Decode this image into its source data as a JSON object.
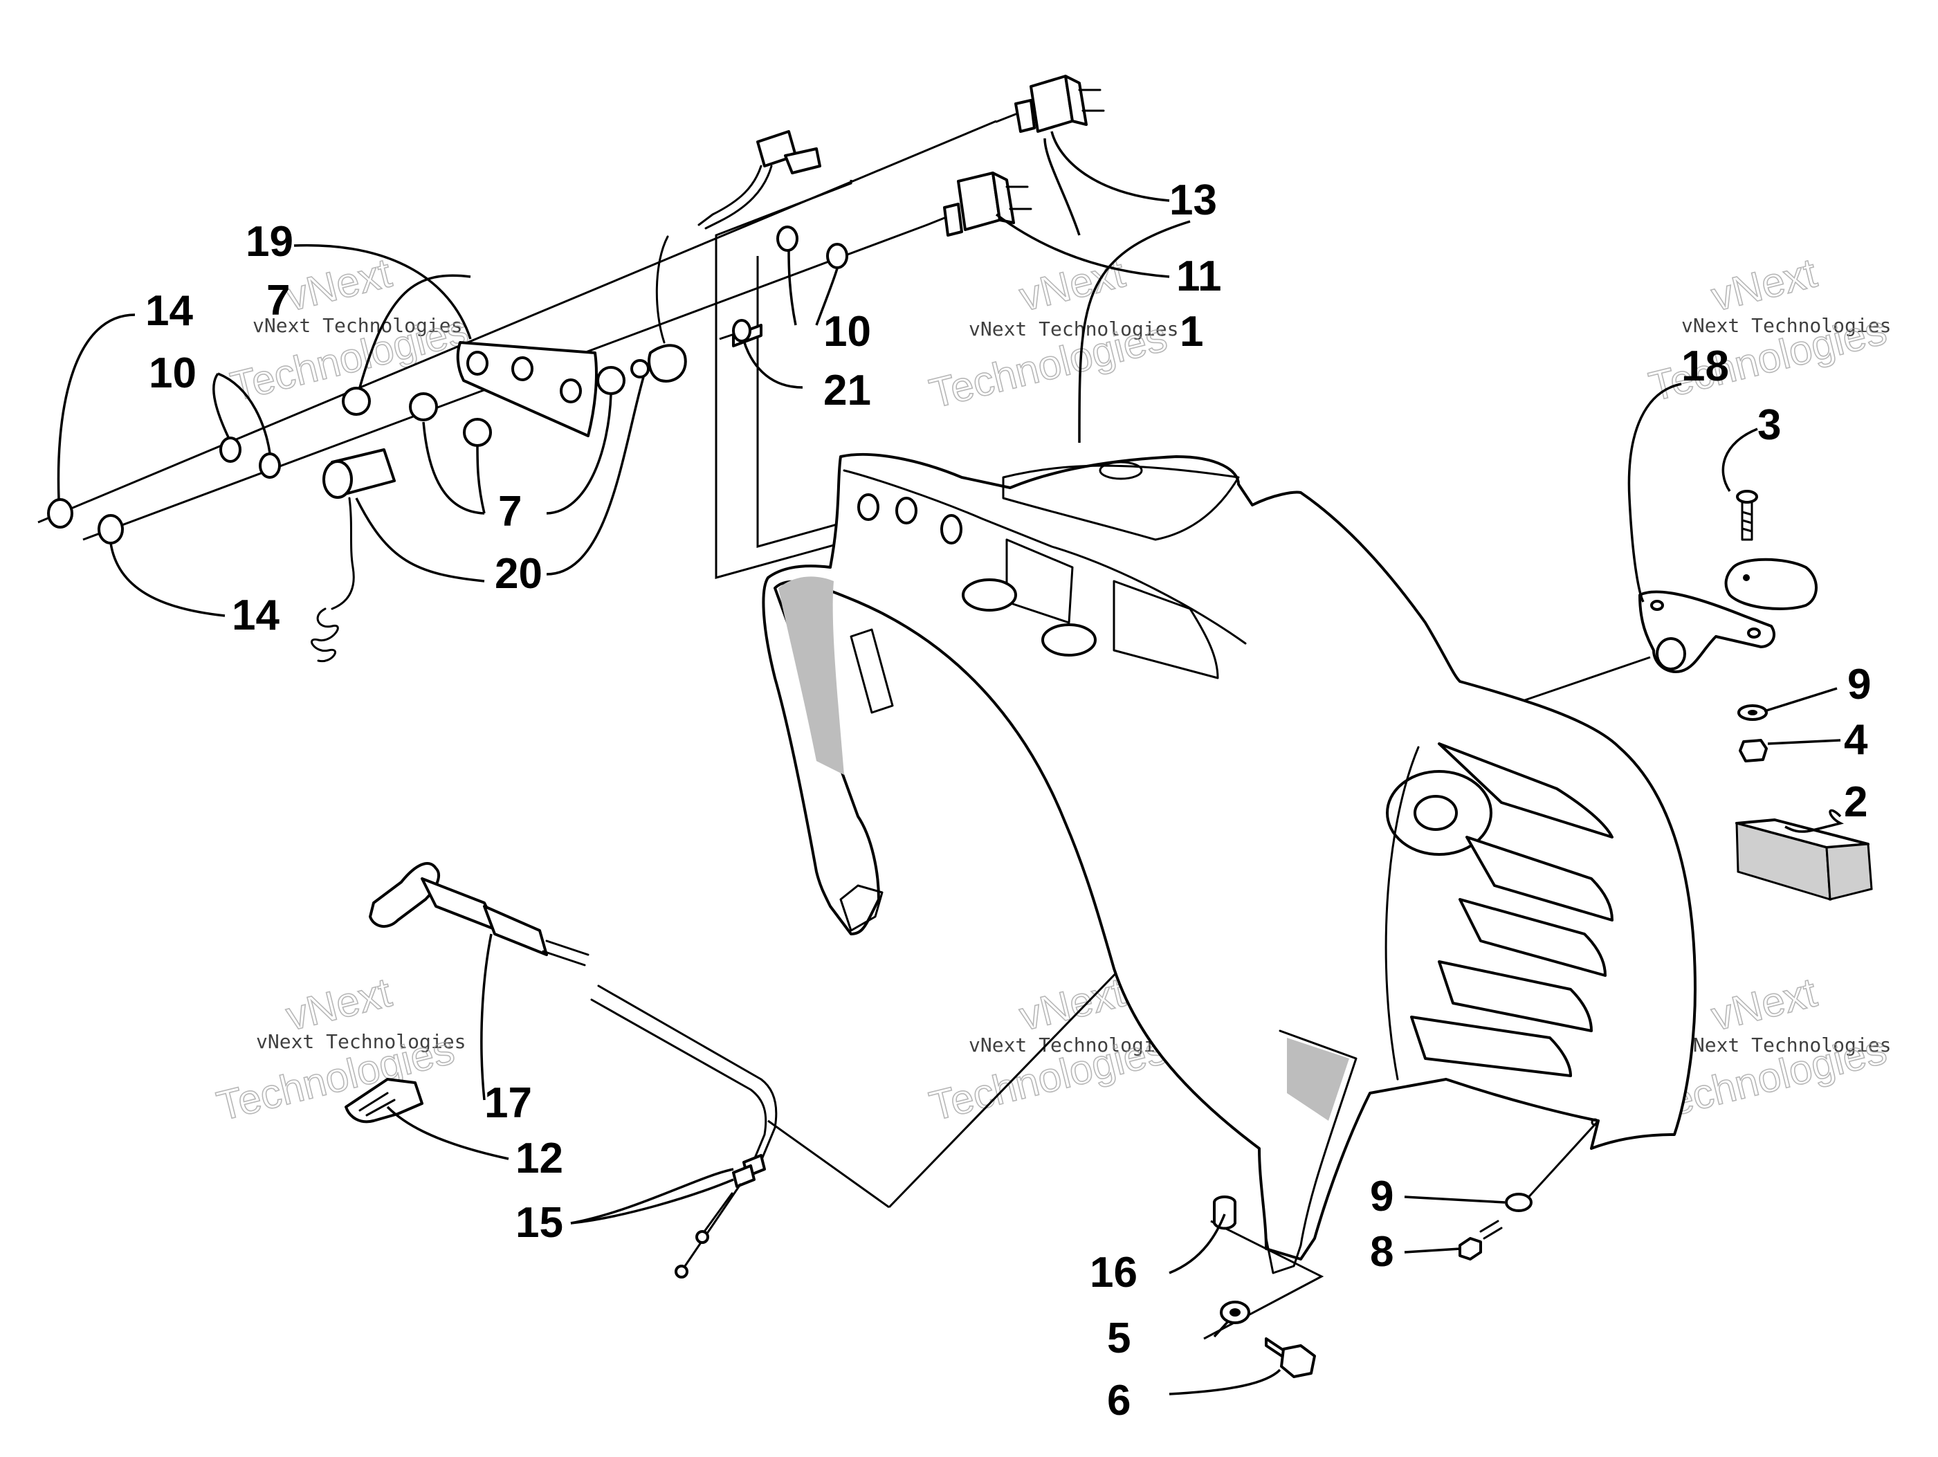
{
  "watermark": {
    "brand": "vNext",
    "line1": "vNext Technologies",
    "line2": "Technologies"
  },
  "callouts": [
    "1",
    "2",
    "3",
    "4",
    "5",
    "6",
    "7",
    "7",
    "8",
    "9",
    "9",
    "10",
    "10",
    "11",
    "12",
    "13",
    "14",
    "14",
    "15",
    "16",
    "17",
    "18",
    "19",
    "20",
    "21"
  ],
  "labels": {
    "n1": "1",
    "n2": "2",
    "n3": "3",
    "n4": "4",
    "n5": "5",
    "n6": "6",
    "n7a": "7",
    "n7b": "7",
    "n8": "8",
    "n9a": "9",
    "n9b": "9",
    "n10a": "10",
    "n10b": "10",
    "n11": "11",
    "n12": "12",
    "n13": "13",
    "n14a": "14",
    "n14b": "14",
    "n15": "15",
    "n16": "16",
    "n17": "17",
    "n18": "18",
    "n19": "19",
    "n20": "20",
    "n21": "21"
  },
  "colors": {
    "line": "#000000",
    "background": "#ffffff",
    "watermark": "#9a9a9a"
  }
}
